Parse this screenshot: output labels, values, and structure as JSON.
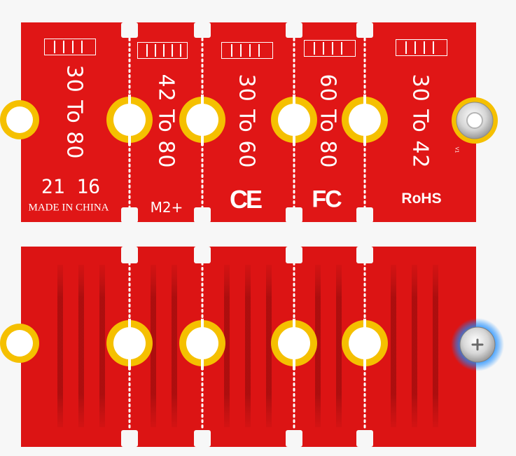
{
  "top_board": {
    "length_labels": [
      "30 To 80",
      "42 To 80",
      "30 To 60",
      "60 To 80",
      "30 To 42"
    ],
    "made_in": "MADE IN CHINA",
    "date_code": "21 16",
    "m2_label": "M2+",
    "ce_mark": "CE",
    "fc_mark": "FC",
    "rohs_mark": "RoHS",
    "version": "V1"
  },
  "colors": {
    "pcb_red": "#e01616",
    "pad_gold": "#f5c000",
    "background": "#f7f7f7",
    "screw_glow": "#1a8cff"
  },
  "icons": [
    "mounting-screw-icon",
    "mounting-screw-icon"
  ]
}
